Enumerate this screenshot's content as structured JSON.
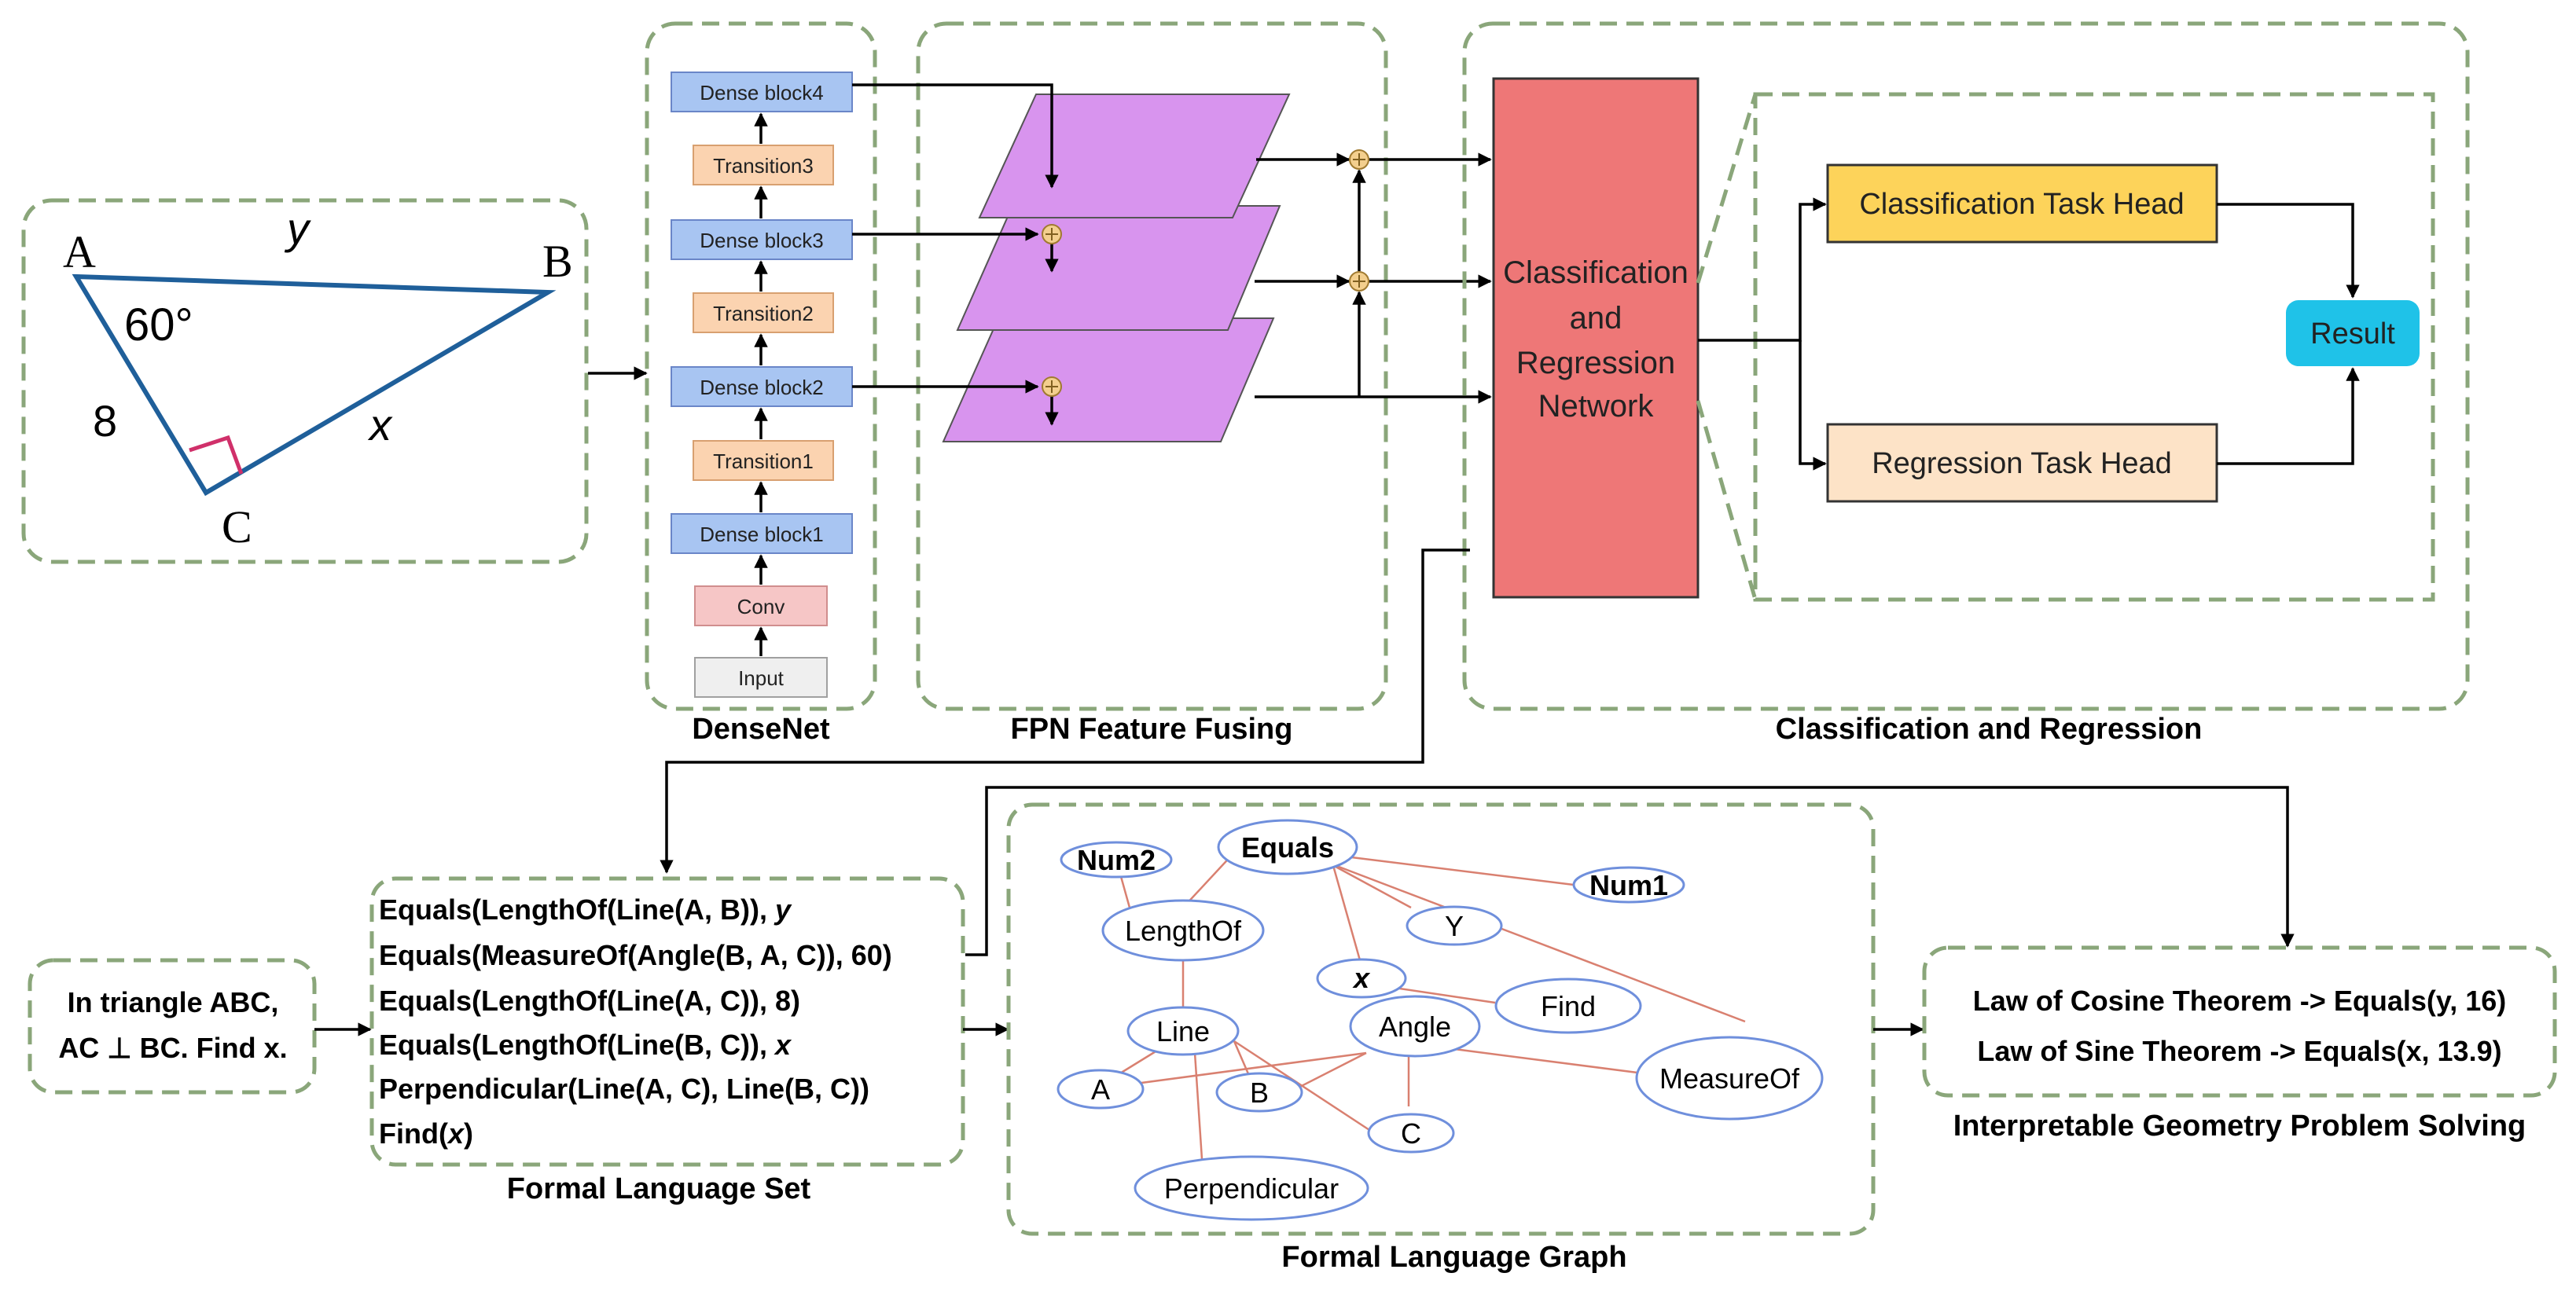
{
  "triangle": {
    "vertex_a": "A",
    "vertex_b": "B",
    "vertex_c": "C",
    "side_top": "y",
    "side_right": "x",
    "side_left": "8",
    "angle": "60°"
  },
  "densenet": {
    "title": "DenseNet",
    "blocks": [
      "Dense block4",
      "Transition3",
      "Dense block3",
      "Transition2",
      "Dense block2",
      "Transition1",
      "Dense block1",
      "Conv",
      "Input"
    ]
  },
  "fpn": {
    "title": "FPN Feature Fusing"
  },
  "classreg": {
    "title": "Classification and Regression",
    "network_lines": [
      "Classification",
      "and",
      "Regression",
      "Network"
    ],
    "class_head": "Classification Task Head",
    "reg_head": "Regression Task Head",
    "result": "Result"
  },
  "problem": {
    "lines": [
      "In triangle ABC,",
      "AC ⊥ BC. Find x."
    ]
  },
  "formal_set": {
    "title": "Formal Language Set",
    "lines": [
      {
        "text": "Equals(LengthOf(Line(A, B)), ",
        "var": "y",
        "tail": ""
      },
      {
        "text": "Equals(MeasureOf(Angle(B, A, C)), 60)",
        "var": "",
        "tail": ""
      },
      {
        "text": "Equals(LengthOf(Line(A, C)), 8)",
        "var": "",
        "tail": ""
      },
      {
        "text": "Equals(LengthOf(Line(B, C)), ",
        "var": "x",
        "tail": ""
      },
      {
        "text": "Perpendicular(Line(A, C), Line(B, C))",
        "var": "",
        "tail": ""
      },
      {
        "text": "Find(",
        "var": "x",
        "tail": ")"
      }
    ]
  },
  "graph": {
    "title": "Formal Language Graph",
    "nodes": {
      "num2": "Num2",
      "equals": "Equals",
      "num1": "Num1",
      "lengthof": "LengthOf",
      "y": "Y",
      "x": "x",
      "find": "Find",
      "line": "Line",
      "angle": "Angle",
      "a": "A",
      "b": "B",
      "c": "C",
      "measureof": "MeasureOf",
      "perpendicular": "Perpendicular"
    }
  },
  "solving": {
    "title": "Interpretable Geometry Problem Solving",
    "lines": [
      "Law of Cosine Theorem -> Equals(y, 16)",
      "Law of Sine Theorem -> Equals(x, 13.9)"
    ]
  }
}
